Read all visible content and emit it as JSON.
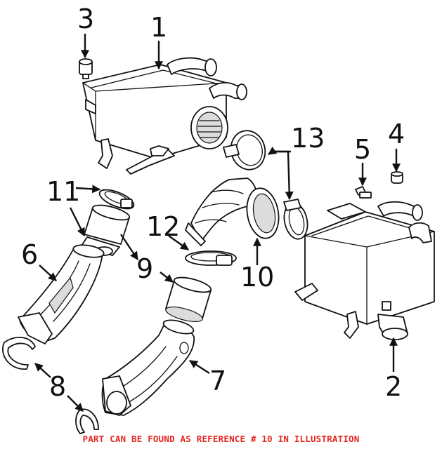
{
  "callouts": [
    "1",
    "2",
    "3",
    "4",
    "5",
    "6",
    "7",
    "8",
    "9",
    "10",
    "11",
    "12",
    "13"
  ],
  "footer_note": "PART CAN BE FOUND AS REFERENCE # 10 IN ILLUSTRATION",
  "colors": {
    "line": "#111111",
    "footer": "#e8261f",
    "background": "#ffffff"
  }
}
